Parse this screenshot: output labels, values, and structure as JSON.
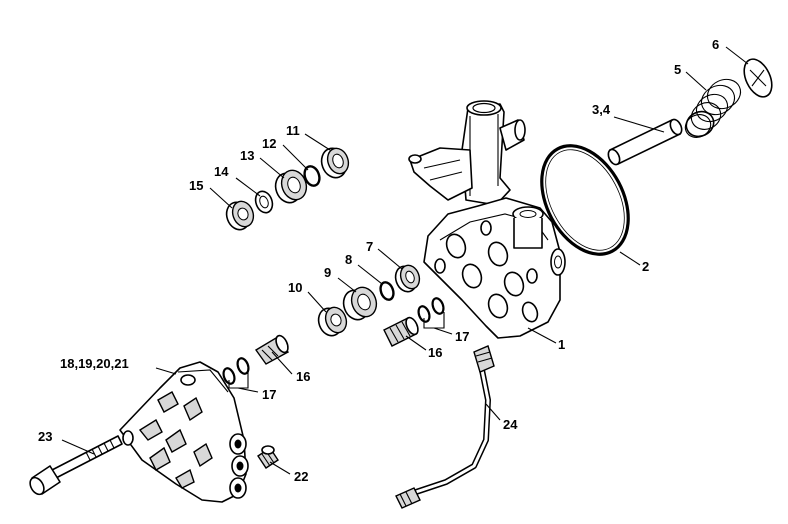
{
  "diagram": {
    "callouts": [
      {
        "id": "c1",
        "label": "1"
      },
      {
        "id": "c2",
        "label": "2"
      },
      {
        "id": "c3",
        "label": "3,4"
      },
      {
        "id": "c5",
        "label": "5"
      },
      {
        "id": "c6",
        "label": "6"
      },
      {
        "id": "c7",
        "label": "7"
      },
      {
        "id": "c8",
        "label": "8"
      },
      {
        "id": "c9",
        "label": "9"
      },
      {
        "id": "c10",
        "label": "10"
      },
      {
        "id": "c11",
        "label": "11"
      },
      {
        "id": "c12",
        "label": "12"
      },
      {
        "id": "c13",
        "label": "13"
      },
      {
        "id": "c14",
        "label": "14"
      },
      {
        "id": "c15",
        "label": "15"
      },
      {
        "id": "c16a",
        "label": "16"
      },
      {
        "id": "c16b",
        "label": "16"
      },
      {
        "id": "c17a",
        "label": "17"
      },
      {
        "id": "c17b",
        "label": "17"
      },
      {
        "id": "c18",
        "label": "18,19,20,21"
      },
      {
        "id": "c22",
        "label": "22"
      },
      {
        "id": "c23",
        "label": "23"
      },
      {
        "id": "c24",
        "label": "24"
      }
    ]
  }
}
